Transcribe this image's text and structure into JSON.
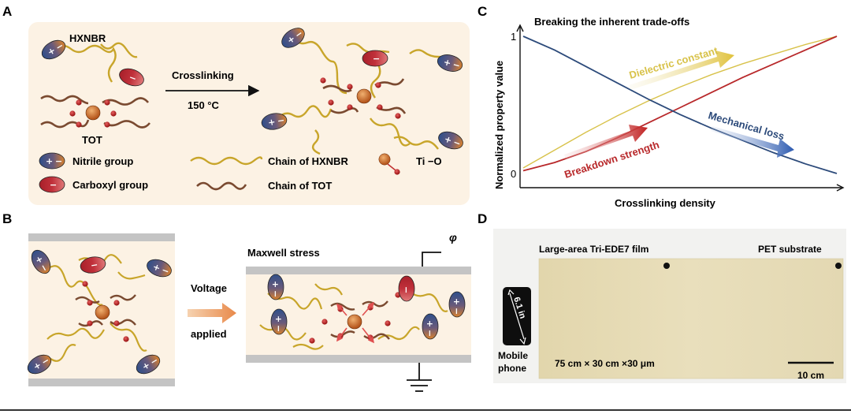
{
  "panels": {
    "a": {
      "letter": "A",
      "hxnbr": "HXNBR",
      "tot": "TOT",
      "arrow_label": "Crosslinking",
      "arrow_temp": "150 °C",
      "legend": {
        "nitrile": "Nitrile group",
        "carboxyl": "Carboxyl group",
        "chain_hxnbr": "Chain of HXNBR",
        "chain_tot": "Chain of TOT",
        "tio": "Ti −O"
      }
    },
    "b": {
      "letter": "B",
      "arrow_line1": "Voltage",
      "arrow_line2": "applied",
      "maxwell": "Maxwell stress",
      "phi": "φ"
    },
    "c": {
      "letter": "C"
    },
    "d": {
      "letter": "D",
      "film_label": "Large-area Tri-EDE7 film",
      "pet_label": "PET substrate",
      "phone_size": "6.1 in",
      "mobile_line1": "Mobile",
      "mobile_line2": "phone",
      "dimensions": "75 cm × 30 cm ×30 μm",
      "scale": "10 cm"
    }
  },
  "colors": {
    "panel_bg": "#fcf2e4",
    "dielectric": "#d8c24a",
    "breakdown": "#b8282a",
    "mechanical": "#2c4a7a",
    "chain_hxnbr": "#c8a52a",
    "chain_tot": "#7a4a30",
    "tio": "#c8702a",
    "film": "#e6dcb6"
  },
  "chart_data": {
    "type": "line",
    "title": "Breaking the inherent trade-offs",
    "xlabel": "Crosslinking density",
    "ylabel": "Normalized property value",
    "yticks": [
      "0",
      "1"
    ],
    "ylim": [
      0,
      1
    ],
    "xlim": [
      0,
      1
    ],
    "grid": false,
    "series": [
      {
        "name": "Dielectric constant",
        "color": "#d8c24a",
        "x": [
          0,
          0.1,
          0.2,
          0.3,
          0.4,
          0.5,
          0.6,
          0.7,
          0.8,
          0.9,
          1.0
        ],
        "y": [
          0.04,
          0.17,
          0.3,
          0.42,
          0.53,
          0.63,
          0.72,
          0.8,
          0.87,
          0.94,
          1.0
        ]
      },
      {
        "name": "Breakdown strength",
        "color": "#b8282a",
        "x": [
          0,
          0.1,
          0.2,
          0.3,
          0.4,
          0.5,
          0.6,
          0.7,
          0.8,
          0.9,
          1.0
        ],
        "y": [
          0.02,
          0.08,
          0.16,
          0.26,
          0.37,
          0.48,
          0.59,
          0.7,
          0.8,
          0.9,
          1.0
        ]
      },
      {
        "name": "Mechanical loss",
        "color": "#2c4a7a",
        "x": [
          0,
          0.1,
          0.2,
          0.3,
          0.4,
          0.5,
          0.6,
          0.7,
          0.8,
          0.9,
          1.0
        ],
        "y": [
          1.0,
          0.9,
          0.78,
          0.66,
          0.54,
          0.43,
          0.33,
          0.24,
          0.15,
          0.07,
          0.0
        ]
      }
    ]
  }
}
